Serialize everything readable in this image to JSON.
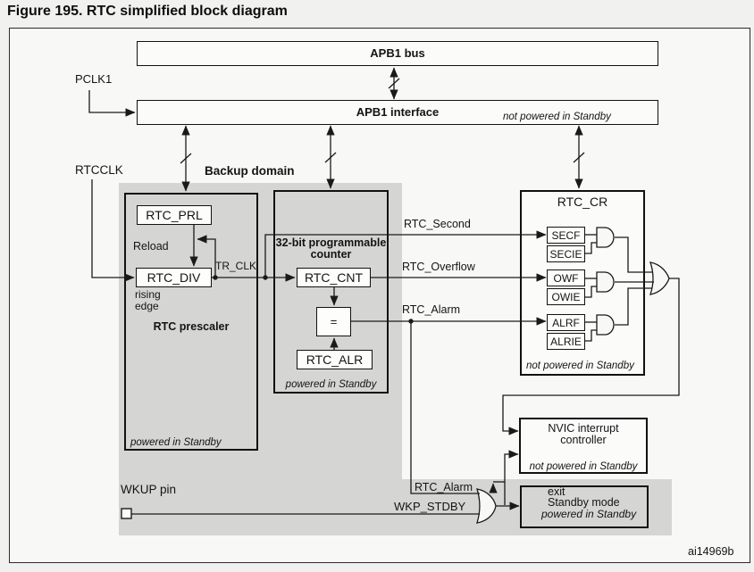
{
  "figure": {
    "title": "Figure 195. RTC simplified block diagram",
    "code": "ai14969b"
  },
  "signals": {
    "pclk1": "PCLK1",
    "rtcclk": "RTCCLK",
    "tr_clk": "TR_CLK",
    "reload": "Reload",
    "rising_edge": "rising edge",
    "rtc_second": "RTC_Second",
    "rtc_overflow": "RTC_Overflow",
    "rtc_alarm": "RTC_Alarm",
    "wkp_stdby": "WKP_STDBY",
    "wkup_pin": "WKUP pin"
  },
  "notes": {
    "not_powered": "not powered in Standby",
    "powered": "powered in Standby"
  },
  "blocks": {
    "apb1_bus": "APB1 bus",
    "apb1_interface": "APB1 interface",
    "backup_domain": "Backup domain",
    "prescaler": "RTC prescaler",
    "counter": "32-bit programmable counter",
    "nvic": "NVIC interrupt controller",
    "exit_standby": {
      "line1": "exit",
      "line2": "Standby mode"
    }
  },
  "registers": {
    "rtc_prl": "RTC_PRL",
    "rtc_div": "RTC_DIV",
    "rtc_cnt": "RTC_CNT",
    "rtc_alr": "RTC_ALR",
    "rtc_cr": "RTC_CR",
    "comparator": "="
  },
  "flags": {
    "secf": "SECF",
    "secie": "SECIE",
    "owf": "OWF",
    "owie": "OWIE",
    "alrf": "ALRF",
    "alrie": "ALRIE"
  },
  "colors": {
    "shade_gray": "#d5d5d3",
    "line": "#1a1a1a"
  }
}
